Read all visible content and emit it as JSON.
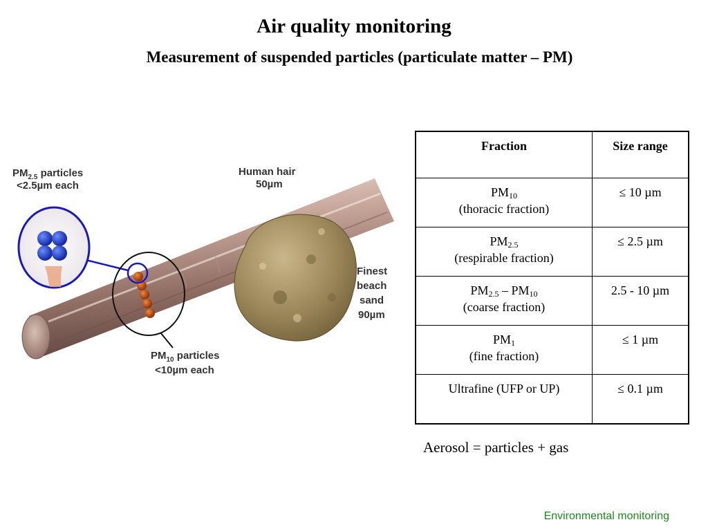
{
  "slide": {
    "title": "Air quality monitoring",
    "subtitle": "Measurement of suspended particles (particulate matter – PM)"
  },
  "figure": {
    "pm25_label": {
      "base": "PM",
      "sub": "2.5",
      "rest": " particles",
      "line2": "<2.5µm each"
    },
    "hair_label": {
      "line1": "Human hair",
      "line2": "50µm"
    },
    "sand_label": [
      "Finest",
      "beach",
      "sand",
      "90µm"
    ],
    "pm10_label": {
      "base": "PM",
      "sub": "10",
      "rest": " particles",
      "line2": "<10µm each"
    }
  },
  "table": {
    "headers": [
      "Fraction",
      "Size range"
    ],
    "rows": [
      {
        "name_base": "PM",
        "name_sub": "10",
        "name_mid": "",
        "name_base2": "",
        "name_sub2": "",
        "note": "(thoracic fraction)",
        "size": "≤ 10 µm"
      },
      {
        "name_base": "PM",
        "name_sub": "2.5",
        "name_mid": "",
        "name_base2": "",
        "name_sub2": "",
        "note": "(respirable fraction)",
        "size": "≤ 2.5 µm"
      },
      {
        "name_base": "PM",
        "name_sub": "2.5",
        "name_mid": " – ",
        "name_base2": "PM",
        "name_sub2": "10",
        "note": "(coarse fraction)",
        "size": "2.5 - 10 µm"
      },
      {
        "name_base": "PM",
        "name_sub": "1",
        "name_mid": "",
        "name_base2": "",
        "name_sub2": "",
        "note": "(fine fraction)",
        "size": "≤ 1 µm"
      },
      {
        "name_base": "Ultrafine (UFP or UP)",
        "name_sub": "",
        "name_mid": "",
        "name_base2": "",
        "name_sub2": "",
        "note": "",
        "size": "≤ 0.1 µm"
      }
    ]
  },
  "aerosol_note": "Aerosol = particles + gas",
  "footer": "Environmental monitoring"
}
